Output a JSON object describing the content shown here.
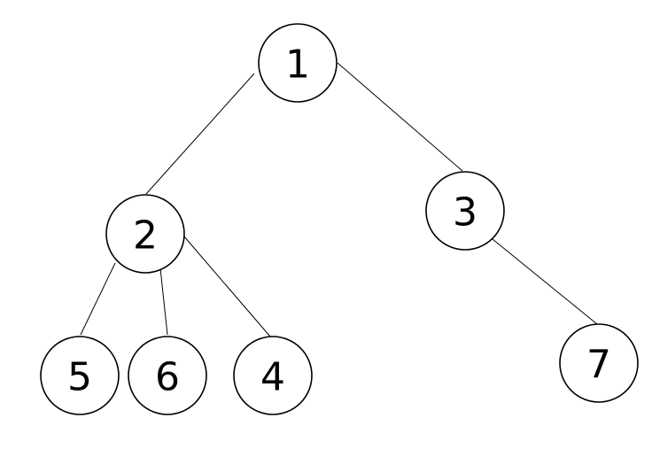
{
  "diagram": {
    "type": "tree",
    "root": "1",
    "nodes": [
      {
        "id": "n1",
        "label": "1"
      },
      {
        "id": "n2",
        "label": "2"
      },
      {
        "id": "n3",
        "label": "3"
      },
      {
        "id": "n5",
        "label": "5"
      },
      {
        "id": "n6",
        "label": "6"
      },
      {
        "id": "n4",
        "label": "4"
      },
      {
        "id": "n7",
        "label": "7"
      }
    ],
    "edges": [
      {
        "from": "n1",
        "to": "n2"
      },
      {
        "from": "n1",
        "to": "n3"
      },
      {
        "from": "n2",
        "to": "n5"
      },
      {
        "from": "n2",
        "to": "n6"
      },
      {
        "from": "n2",
        "to": "n4"
      },
      {
        "from": "n3",
        "to": "n7"
      }
    ]
  }
}
